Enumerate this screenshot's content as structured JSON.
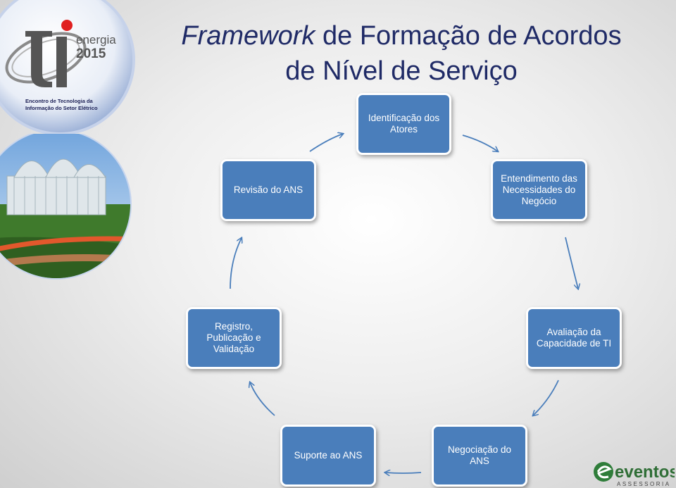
{
  "title": {
    "emphasis": "Framework",
    "rest_line1": " de Formação de Acordos",
    "line2": "de Nível de Serviço"
  },
  "logo": {
    "mark": "ti",
    "word": "energia",
    "year": "2015",
    "caption_line1": "Encontro de Tecnologia da",
    "caption_line2": "Informação do Setor Elétrico"
  },
  "photo": {
    "subject": "glass-greenhouse-garden"
  },
  "brand": {
    "name": "eventos",
    "tag": "ASSESSORIA"
  },
  "cycle": {
    "steps": [
      {
        "id": "identificacao",
        "line1": "Identificação dos",
        "line2": "Atores"
      },
      {
        "id": "entendimento",
        "line1": "Entendimento das",
        "line2": "Necessidades do",
        "line3": "Negócio"
      },
      {
        "id": "avaliacao",
        "line1": "Avaliação da",
        "line2": "Capacidade de TI"
      },
      {
        "id": "negociacao",
        "line1": "Negociação do",
        "line2": "ANS"
      },
      {
        "id": "suporte",
        "line1": "Suporte ao ANS"
      },
      {
        "id": "registro",
        "line1": "Registro,",
        "line2": "Publicação e",
        "line3": "Validação"
      },
      {
        "id": "revisao",
        "line1": "Revisão do ANS"
      }
    ]
  },
  "colors": {
    "box": "#4a7ebb",
    "title": "#1f2a66",
    "arrow": "#4a7ebb"
  }
}
